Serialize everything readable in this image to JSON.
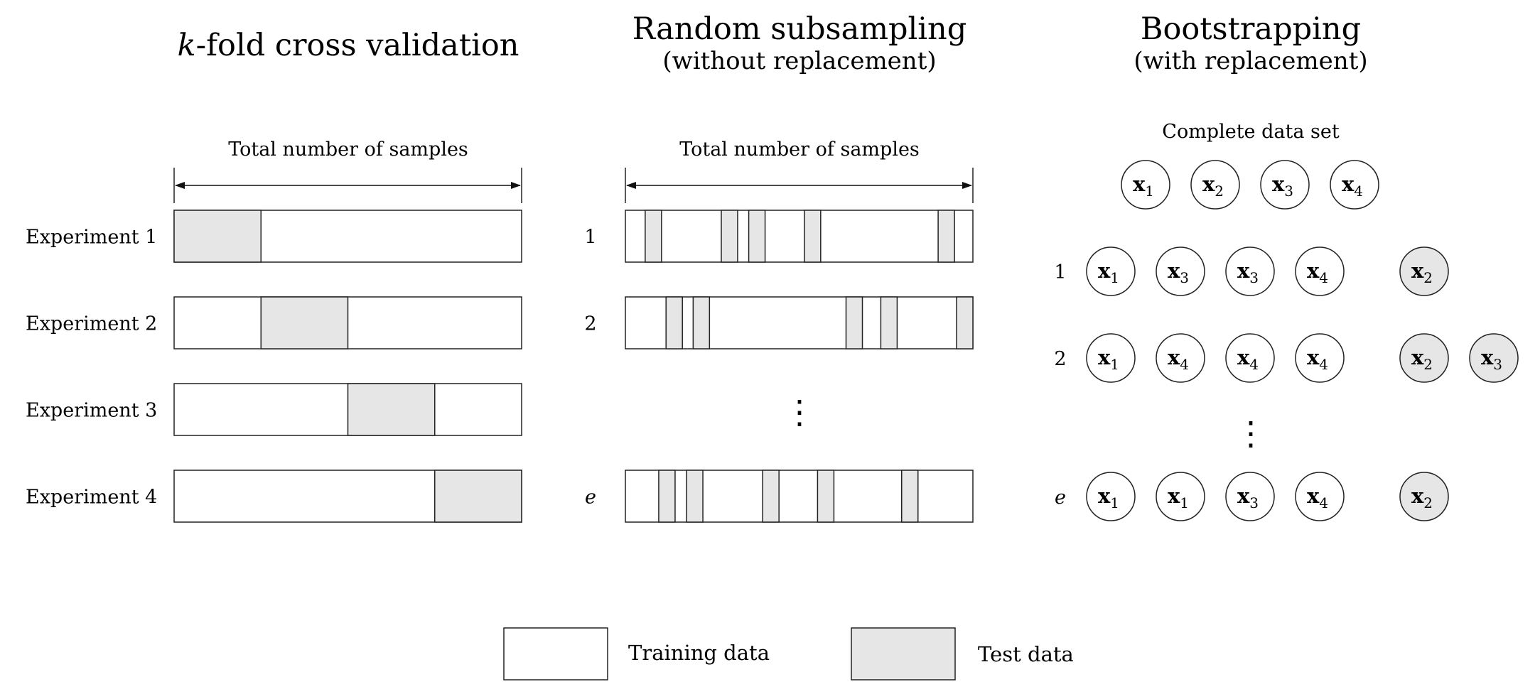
{
  "colors": {
    "test": "#e6e6e6",
    "train": "#ffffff",
    "stroke": "#222222"
  },
  "kfold": {
    "title_var": "k",
    "title_rest": "-fold cross validation",
    "arrow_label": "Total number of samples",
    "rows": [
      {
        "label": "Experiment 1",
        "test_fold": 0
      },
      {
        "label": "Experiment 2",
        "test_fold": 1
      },
      {
        "label": "Experiment 3",
        "test_fold": 2
      },
      {
        "label": "Experiment 4",
        "test_fold": 3
      }
    ],
    "folds": 4
  },
  "subsampling": {
    "title": "Random subsampling",
    "subtitle": "(without replacement)",
    "arrow_label": "Total number of samples",
    "rows": [
      {
        "label": "1",
        "test_stripes": [
          0.057,
          0.276,
          0.355,
          0.515,
          0.9
        ]
      },
      {
        "label": "2",
        "test_stripes": [
          0.117,
          0.195,
          0.635,
          0.735,
          0.955
        ]
      },
      {
        "label": "e",
        "italic": true,
        "test_stripes": [
          0.096,
          0.176,
          0.395,
          0.553,
          0.795
        ]
      }
    ],
    "ellipsis": "⋮"
  },
  "bootstrap": {
    "title": "Bootstrapping",
    "subtitle": "(with replacement)",
    "complete_label": "Complete data set",
    "complete_set": [
      "1",
      "2",
      "3",
      "4"
    ],
    "rows": [
      {
        "label": "1",
        "train": [
          "1",
          "3",
          "3",
          "4"
        ],
        "test": [
          "2"
        ]
      },
      {
        "label": "2",
        "train": [
          "1",
          "4",
          "4",
          "4"
        ],
        "test": [
          "2",
          "3"
        ]
      },
      {
        "label": "e",
        "italic": true,
        "train": [
          "1",
          "1",
          "3",
          "4"
        ],
        "test": [
          "2"
        ]
      }
    ],
    "variable": "x",
    "ellipsis": "⋮"
  },
  "legend": {
    "training_label": "Training data",
    "test_label": "Test data"
  }
}
